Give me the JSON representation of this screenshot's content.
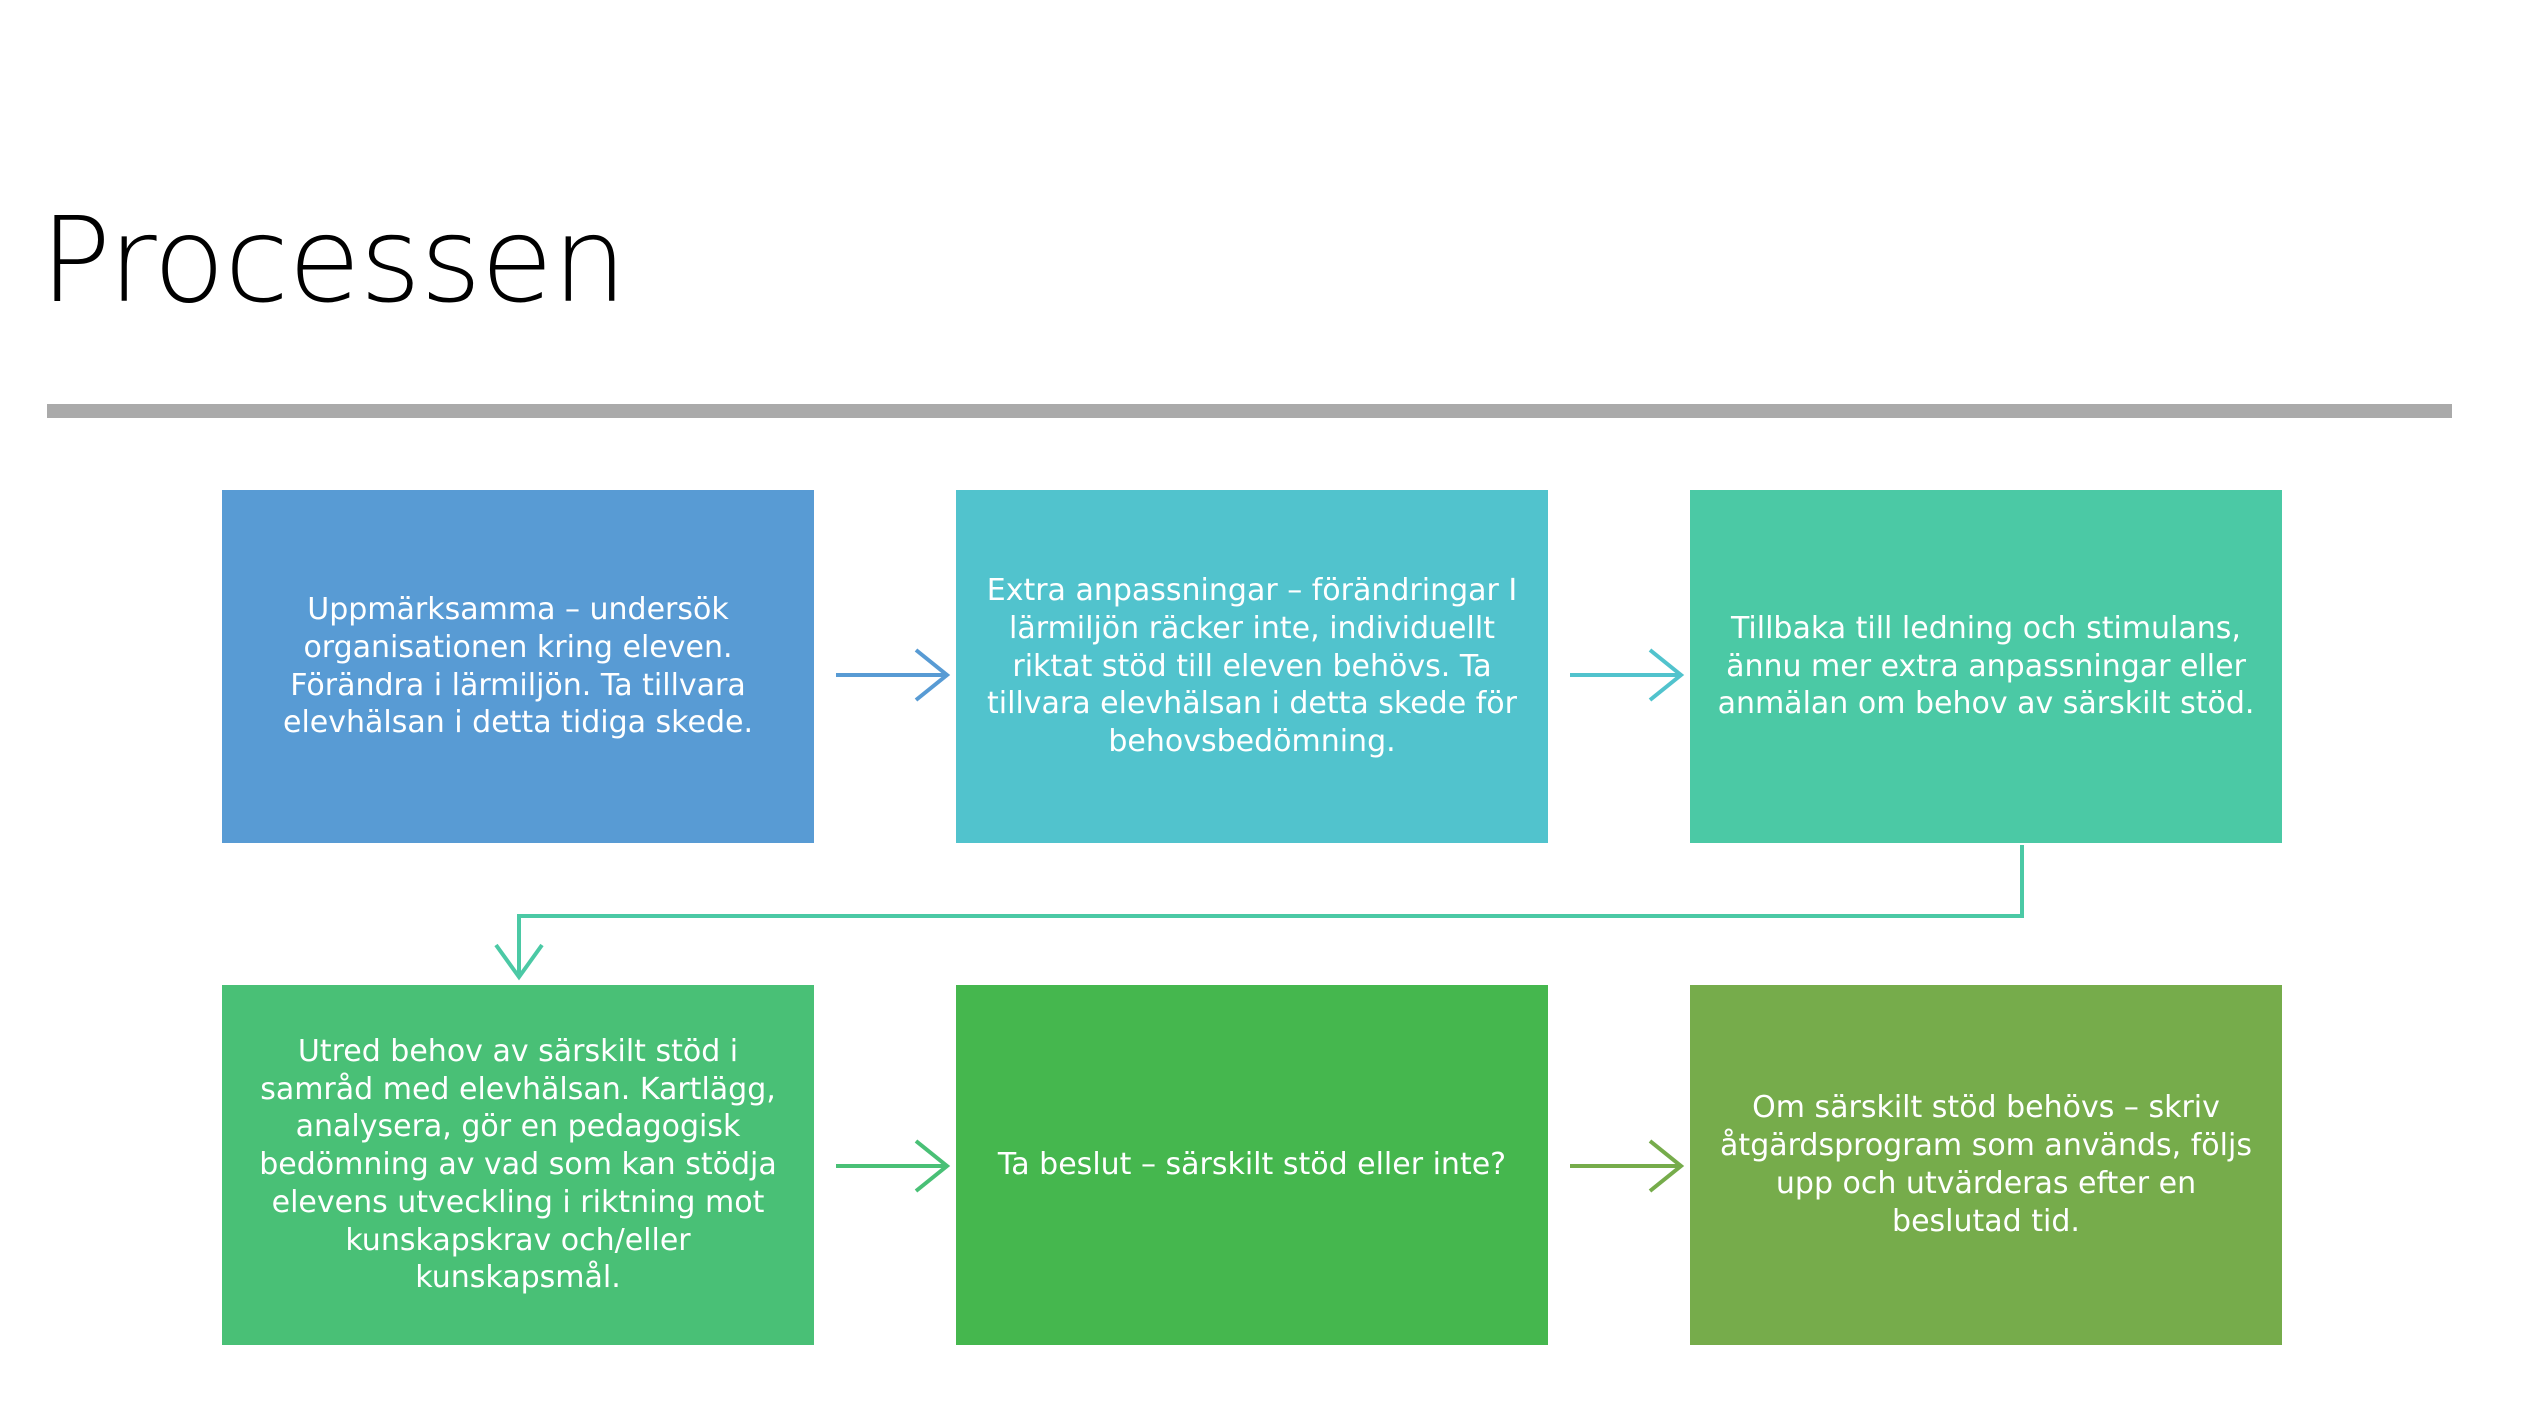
{
  "slide": {
    "title": "Processen",
    "background_color": "#ffffff",
    "divider_color": "#aaaaaa"
  },
  "diagram": {
    "type": "process-flow",
    "boxes": [
      {
        "id": "box-1",
        "order": 1,
        "text": "Uppmärksamma – undersök organisationen kring eleven. Förändra i lärmiljön. Ta tillvara elevhälsan i detta tidiga skede.",
        "color": "#589bd4",
        "text_color": "#ffffff"
      },
      {
        "id": "box-2",
        "order": 2,
        "text": "Extra anpassningar – förändringar I lärmiljön räcker inte, individuellt riktat stöd till eleven behövs. Ta tillvara elevhälsan i detta skede för behovsbedömning.",
        "color": "#51c3cd",
        "text_color": "#ffffff"
      },
      {
        "id": "box-3",
        "order": 3,
        "text": "Tillbaka till ledning och stimulans, ännu mer extra anpassningar eller anmälan om behov av särskilt stöd.",
        "color": "#4bc9a5",
        "text_color": "#ffffff"
      },
      {
        "id": "box-4",
        "order": 4,
        "text": "Utred behov av särskilt stöd i samråd med elevhälsan. Kartlägg, analysera, gör en pedagogisk bedömning av vad som kan stödja elevens utveckling i riktning mot kunskapskrav och/eller kunskapsmål.",
        "color": "#49c076",
        "text_color": "#ffffff"
      },
      {
        "id": "box-5",
        "order": 5,
        "text": "Ta beslut – särskilt stöd eller inte?",
        "color": "#45b74e",
        "text_color": "#ffffff"
      },
      {
        "id": "box-6",
        "order": 6,
        "text": "Om särskilt stöd behövs – skriv åtgärdsprogram som används, följs upp och utvärderas efter en beslutad tid.",
        "color": "#76ac4b",
        "text_color": "#ffffff"
      }
    ],
    "connectors": [
      {
        "id": "arrow-1-to-2",
        "from": "box-1",
        "to": "box-2",
        "color": "#589bd4",
        "shape": "straight-right"
      },
      {
        "id": "arrow-2-to-3",
        "from": "box-2",
        "to": "box-3",
        "color": "#51c3cd",
        "shape": "straight-right"
      },
      {
        "id": "arrow-3-to-4",
        "from": "box-3",
        "to": "box-4",
        "color": "#4bc9a5",
        "shape": "elbow-down-left-down"
      },
      {
        "id": "arrow-4-to-5",
        "from": "box-4",
        "to": "box-5",
        "color": "#49c076",
        "shape": "straight-right"
      },
      {
        "id": "arrow-5-to-6",
        "from": "box-5",
        "to": "box-6",
        "color": "#76ac4b",
        "shape": "straight-right"
      }
    ]
  }
}
